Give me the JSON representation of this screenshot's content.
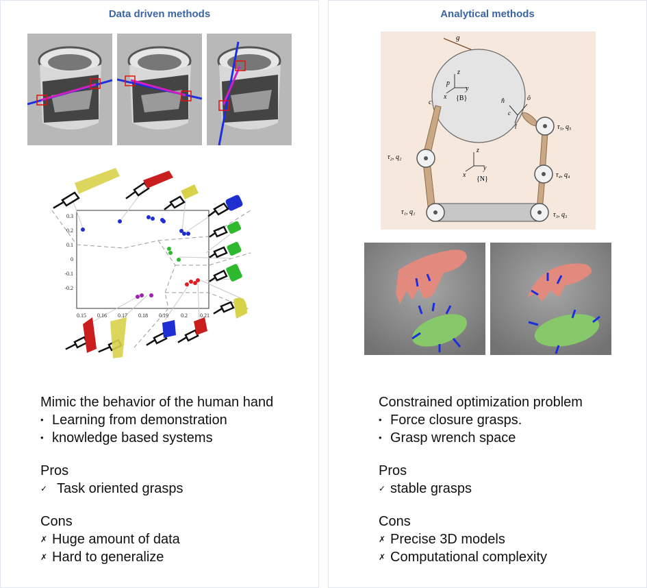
{
  "left": {
    "title": "Data driven methods",
    "plot": {
      "y_ticks": [
        "0.3",
        "0.2",
        "0.1",
        "0",
        "-0.1",
        "-0.2"
      ],
      "x_ticks": [
        "0.15",
        "0.16",
        "0.17",
        "0.18",
        "0.19",
        "0.2",
        "0.21"
      ]
    },
    "description": "Mimic the behavior of the human hand",
    "bullets": [
      "Learning from demonstration",
      "knowledge based systems"
    ],
    "pros_heading": "Pros",
    "pros": [
      "Task oriented grasps"
    ],
    "cons_heading": "Cons",
    "cons": [
      "Huge amount of data",
      "Hard to generalize"
    ]
  },
  "right": {
    "title": "Analytical methods",
    "diagram": {
      "gravity": "g",
      "body_frame": "{B}",
      "world_frame": "{N}",
      "z_axis": "z",
      "x_axis": "x",
      "y_axis": "y",
      "p_point": "p",
      "c2": "c",
      "c1": "c",
      "n1": "n̂",
      "o1": "ô",
      "t1": "t̂",
      "joint1": "τ₁, q₁",
      "joint2": "τ₂, q₂",
      "joint3": "τ₃, q₃",
      "joint4": "τ₄, q₄",
      "joint5": "τ₅, q₅"
    },
    "description": "Constrained optimization problem",
    "bullets": [
      "Force closure grasps.",
      "Grasp wrench space"
    ],
    "pros_heading": "Pros",
    "pros": [
      "stable grasps"
    ],
    "cons_heading": "Cons",
    "cons": [
      "Precise 3D models",
      "Computational complexity"
    ]
  },
  "markers": {
    "bullet": "•",
    "check": "✓",
    "cross": "✗"
  },
  "colors": {
    "title": "#3b64a4",
    "panel_border": "#dfe6ef"
  }
}
